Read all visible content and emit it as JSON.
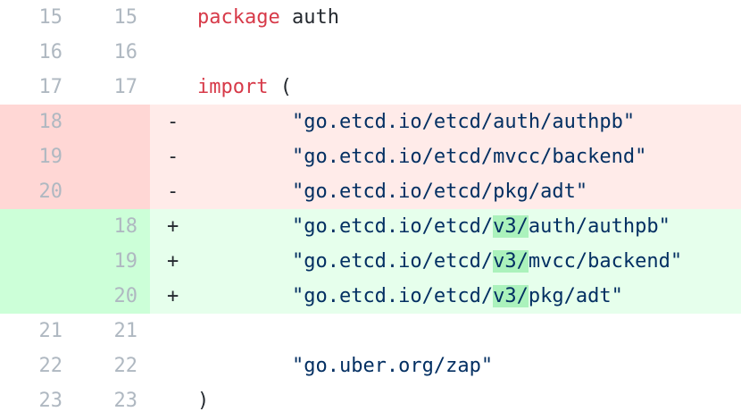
{
  "view": {
    "type": "unified-diff",
    "language": "go",
    "colors": {
      "deleted_gutter": "#ffd7d5",
      "deleted_line": "#ffebe9",
      "added_gutter": "#ccffd8",
      "added_line": "#e6ffec",
      "word_highlight": "#abf2bc",
      "line_number": "#afb8c1",
      "keyword": "#d73a49",
      "string": "#032f62",
      "text": "#24292f",
      "background": "#ffffff"
    },
    "markers": {
      "deletion": "-",
      "addition": "+",
      "context": ""
    }
  },
  "rows": [
    {
      "type": "context",
      "old_line": "15",
      "new_line": "15",
      "marker": "",
      "text": "package auth",
      "tokens": [
        {
          "t": "kw",
          "v": "package"
        },
        {
          "t": "plain",
          "v": " auth"
        }
      ]
    },
    {
      "type": "context",
      "old_line": "16",
      "new_line": "16",
      "marker": "",
      "text": "",
      "tokens": []
    },
    {
      "type": "context",
      "old_line": "17",
      "new_line": "17",
      "marker": "",
      "text": "import (",
      "tokens": [
        {
          "t": "kw",
          "v": "import"
        },
        {
          "t": "punc",
          "v": " ("
        }
      ]
    },
    {
      "type": "deletion",
      "old_line": "18",
      "new_line": "",
      "marker": "-",
      "text": "        \"go.etcd.io/etcd/auth/authpb\"",
      "tokens": [
        {
          "t": "plain",
          "v": "        "
        },
        {
          "t": "str",
          "v": "\"go.etcd.io/etcd/auth/authpb\""
        }
      ]
    },
    {
      "type": "deletion",
      "old_line": "19",
      "new_line": "",
      "marker": "-",
      "text": "        \"go.etcd.io/etcd/mvcc/backend\"",
      "tokens": [
        {
          "t": "plain",
          "v": "        "
        },
        {
          "t": "str",
          "v": "\"go.etcd.io/etcd/mvcc/backend\""
        }
      ]
    },
    {
      "type": "deletion",
      "old_line": "20",
      "new_line": "",
      "marker": "-",
      "text": "        \"go.etcd.io/etcd/pkg/adt\"",
      "tokens": [
        {
          "t": "plain",
          "v": "        "
        },
        {
          "t": "str",
          "v": "\"go.etcd.io/etcd/pkg/adt\""
        }
      ]
    },
    {
      "type": "addition",
      "old_line": "",
      "new_line": "18",
      "marker": "+",
      "text": "        \"go.etcd.io/etcd/v3/auth/authpb\"",
      "tokens": [
        {
          "t": "plain",
          "v": "        "
        },
        {
          "t": "str",
          "v": "\"go.etcd.io/etcd/"
        },
        {
          "t": "str",
          "v": "v3/",
          "hl": true
        },
        {
          "t": "str",
          "v": "auth/authpb\""
        }
      ]
    },
    {
      "type": "addition",
      "old_line": "",
      "new_line": "19",
      "marker": "+",
      "text": "        \"go.etcd.io/etcd/v3/mvcc/backend\"",
      "tokens": [
        {
          "t": "plain",
          "v": "        "
        },
        {
          "t": "str",
          "v": "\"go.etcd.io/etcd/"
        },
        {
          "t": "str",
          "v": "v3/",
          "hl": true
        },
        {
          "t": "str",
          "v": "mvcc/backend\""
        }
      ]
    },
    {
      "type": "addition",
      "old_line": "",
      "new_line": "20",
      "marker": "+",
      "text": "        \"go.etcd.io/etcd/v3/pkg/adt\"",
      "tokens": [
        {
          "t": "plain",
          "v": "        "
        },
        {
          "t": "str",
          "v": "\"go.etcd.io/etcd/"
        },
        {
          "t": "str",
          "v": "v3/",
          "hl": true
        },
        {
          "t": "str",
          "v": "pkg/adt\""
        }
      ]
    },
    {
      "type": "context",
      "old_line": "21",
      "new_line": "21",
      "marker": "",
      "text": "",
      "tokens": []
    },
    {
      "type": "context",
      "old_line": "22",
      "new_line": "22",
      "marker": "",
      "text": "        \"go.uber.org/zap\"",
      "tokens": [
        {
          "t": "plain",
          "v": "        "
        },
        {
          "t": "str",
          "v": "\"go.uber.org/zap\""
        }
      ]
    },
    {
      "type": "context",
      "old_line": "23",
      "new_line": "23",
      "marker": "",
      "text": ")",
      "tokens": [
        {
          "t": "punc",
          "v": ")"
        }
      ]
    }
  ]
}
